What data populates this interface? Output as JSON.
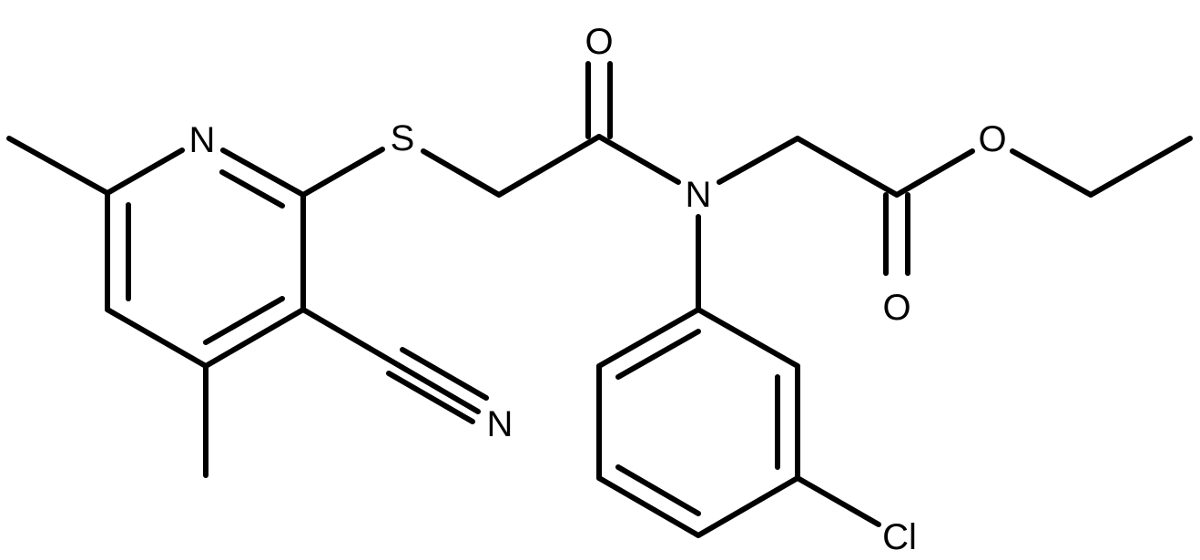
{
  "molecule": {
    "atoms": {
      "ring_n": "N",
      "thioether_s": "S",
      "carbonyl_o": "O",
      "amide_n": "N",
      "ester_o_single": "O",
      "ester_o_double": "O",
      "nitrile_n": "N",
      "chloro": "Cl"
    },
    "colors": {
      "bond": "#000000",
      "label": "#000000",
      "background": "#ffffff"
    }
  }
}
